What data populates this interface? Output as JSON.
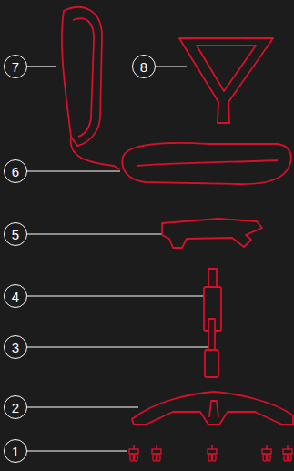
{
  "diagram": {
    "nodes": [
      {
        "text": [
          "7"
        ]
      },
      {
        "text": [
          "8"
        ]
      },
      {
        "text": [
          "6"
        ]
      },
      {
        "text": [
          "5"
        ]
      },
      {
        "text": [
          "4"
        ]
      },
      {
        "text": [
          "3"
        ]
      },
      {
        "text": [
          "2"
        ]
      },
      {
        "text": [
          "1"
        ]
      }
    ]
  }
}
